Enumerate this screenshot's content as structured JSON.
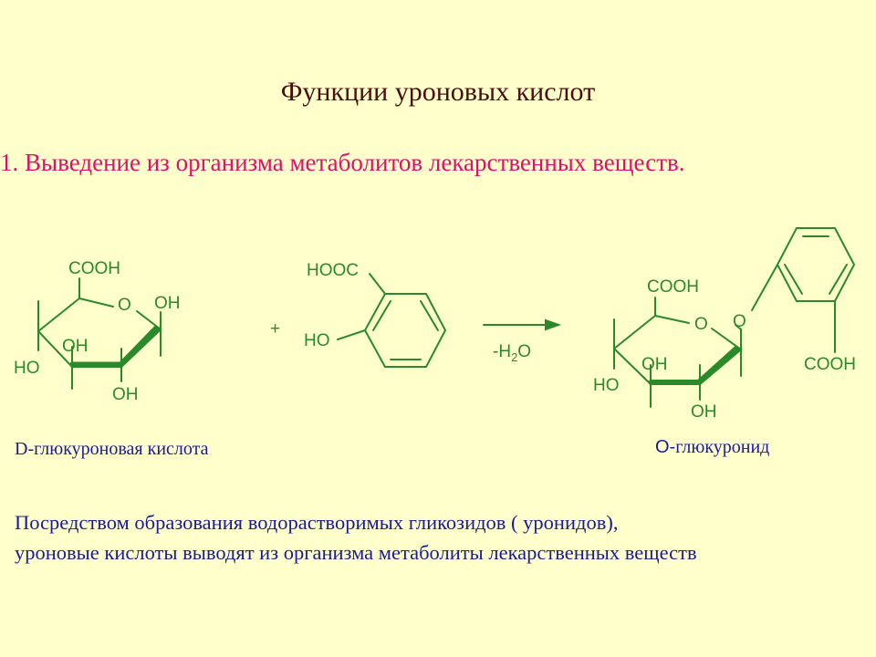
{
  "title": "Функции уроновых кислот",
  "subtitle": "1. Выведение из организма метаболитов лекарственных веществ.",
  "scheme": {
    "glucuronic": {
      "cooh": "COOH",
      "o": "O",
      "oh_top": "OH",
      "oh_mid": "OH",
      "ho_left": "HO",
      "oh_bottom": "OH"
    },
    "plus": "+",
    "salicylic": {
      "hooc": "HOOC",
      "ho": "HO"
    },
    "reagent": {
      "minus_h": "-H",
      "sub": "2",
      "o": "O"
    },
    "product": {
      "cooh_ring": "COOH",
      "o_ring": "O",
      "o_link": "O",
      "oh_mid": "OH",
      "ho_left": "HO",
      "oh_bottom": "OH",
      "cooh_aryl": "COOH"
    }
  },
  "captions": {
    "left": "D-глюкуроновая кислота",
    "right_prefix": "О-",
    "right_rest": "глюкуронид"
  },
  "note": {
    "line1": "Посредством образования водорастворимых гликозидов ( уронидов),",
    "line2": "уроновые кислоты выводят из организма метаболиты лекарственных веществ"
  },
  "colors": {
    "bond": "#2a8a2a",
    "title": "#4a0e0e",
    "subtitle": "#e0106a",
    "text": "#1a1a9c",
    "background": "#ffffcc"
  }
}
